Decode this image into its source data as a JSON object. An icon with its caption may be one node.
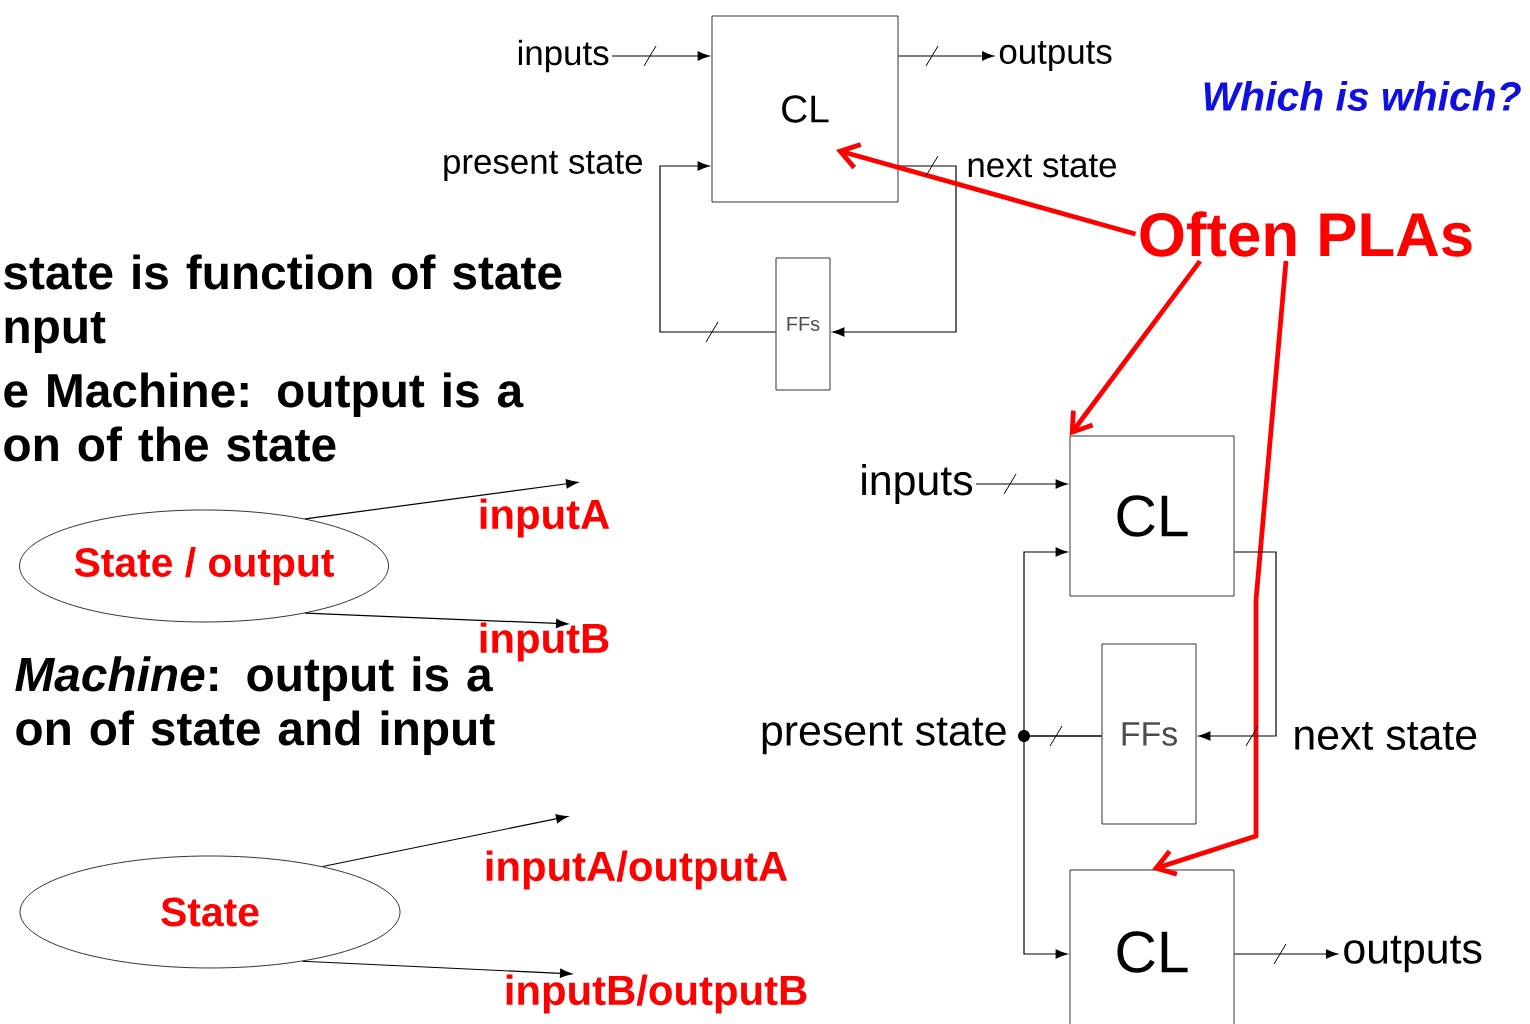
{
  "diagram": {
    "nodes": [
      {
        "text": [
          "inputs"
        ]
      },
      {
        "text": [
          "CL"
        ]
      },
      {
        "text": [
          "outputs"
        ]
      },
      {
        "text": [
          "FFs"
        ]
      },
      {
        "text": [
          "Often PLAs"
        ]
      },
      {
        "text": [
          "inputs"
        ]
      },
      {
        "text": [
          "CL"
        ]
      },
      {
        "text": [
          "FFs"
        ]
      },
      {
        "text": [
          "CL"
        ]
      },
      {
        "text": [
          "outputs"
        ]
      },
      {
        "text": [
          "State / output"
        ]
      },
      {
        "text": [
          "State"
        ]
      }
    ],
    "edges": [
      {
        "from": 0,
        "to": 1,
        "arrow": "to"
      },
      {
        "from": 1,
        "to": 2,
        "arrow": "to"
      },
      {
        "from": 1,
        "to": 3,
        "arrow": "to"
      },
      {
        "from": 3,
        "to": 1,
        "arrow": "to"
      },
      {
        "from": 4,
        "to": 1,
        "arrow": "to",
        "style": "thick",
        "color": "#ff0000"
      },
      {
        "from": 4,
        "to": 6,
        "arrow": "to",
        "style": "thick",
        "color": "#ff0000"
      },
      {
        "from": 4,
        "to": 8,
        "arrow": "to",
        "style": "thick",
        "color": "#ff0000"
      },
      {
        "from": 5,
        "to": 6,
        "arrow": "to"
      },
      {
        "from": 6,
        "to": 7,
        "arrow": "to"
      },
      {
        "from": 7,
        "to": 6,
        "arrow": "to"
      },
      {
        "from": 7,
        "to": 8,
        "arrow": "to"
      },
      {
        "from": 8,
        "to": 9,
        "arrow": "to"
      },
      {
        "from": 10,
        "to": null,
        "arrow": "to",
        "label": "inputA"
      },
      {
        "from": 10,
        "to": null,
        "arrow": "to",
        "label": "inputB"
      },
      {
        "from": 11,
        "to": null,
        "arrow": "to",
        "label": "inputA/outputA"
      },
      {
        "from": 11,
        "to": null,
        "arrow": "to",
        "label": "inputB/outputB"
      }
    ],
    "labels": [
      "Which is which?",
      "present state",
      "next state",
      "state is function of state nput",
      "e Machine: output is a on of the state",
      "*Machine*: output is a on of state and input",
      "present state",
      "next state"
    ]
  }
}
